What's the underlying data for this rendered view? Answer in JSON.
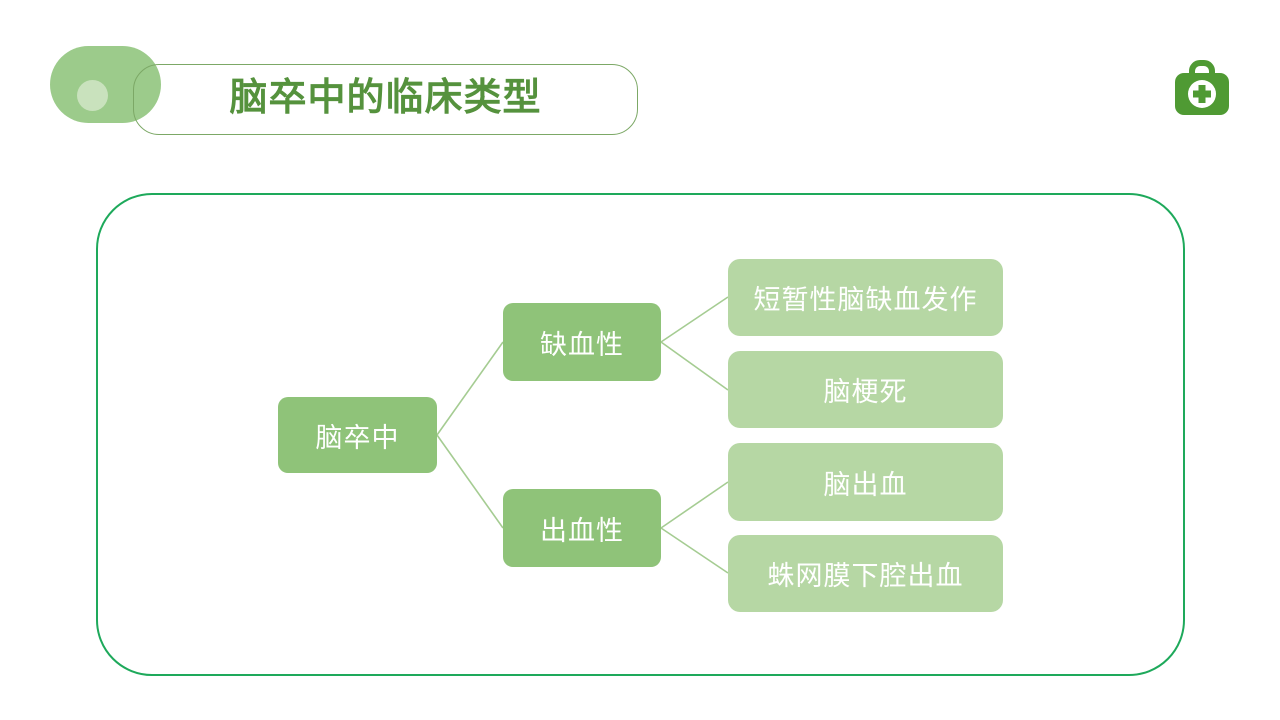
{
  "slide": {
    "header": {
      "title": "脑卒中的临床类型",
      "icon": "first-aid-kit-icon"
    },
    "colors": {
      "background": "#FFFFFF",
      "panel_border": "#1EA95B",
      "title_text": "#55923D",
      "title_frame_border": "#7CA866",
      "decoration_pill": "#9CCB8B",
      "decoration_circle": "#C9E2BD",
      "node_parent_fill": "#8FC379",
      "node_leaf_fill": "#B6D7A4",
      "node_text": "#FFFFFF",
      "connector_line": "#A5CC92",
      "icon_green": "#4F9A33"
    },
    "diagram": {
      "type": "tree",
      "root": {
        "label": "脑卒中"
      },
      "branches": [
        {
          "label": "缺血性",
          "children": [
            {
              "label": "短暂性脑缺血发作"
            },
            {
              "label": "脑梗死"
            }
          ]
        },
        {
          "label": "出血性",
          "children": [
            {
              "label": "脑出血"
            },
            {
              "label": "蛛网膜下腔出血"
            }
          ]
        }
      ]
    }
  }
}
